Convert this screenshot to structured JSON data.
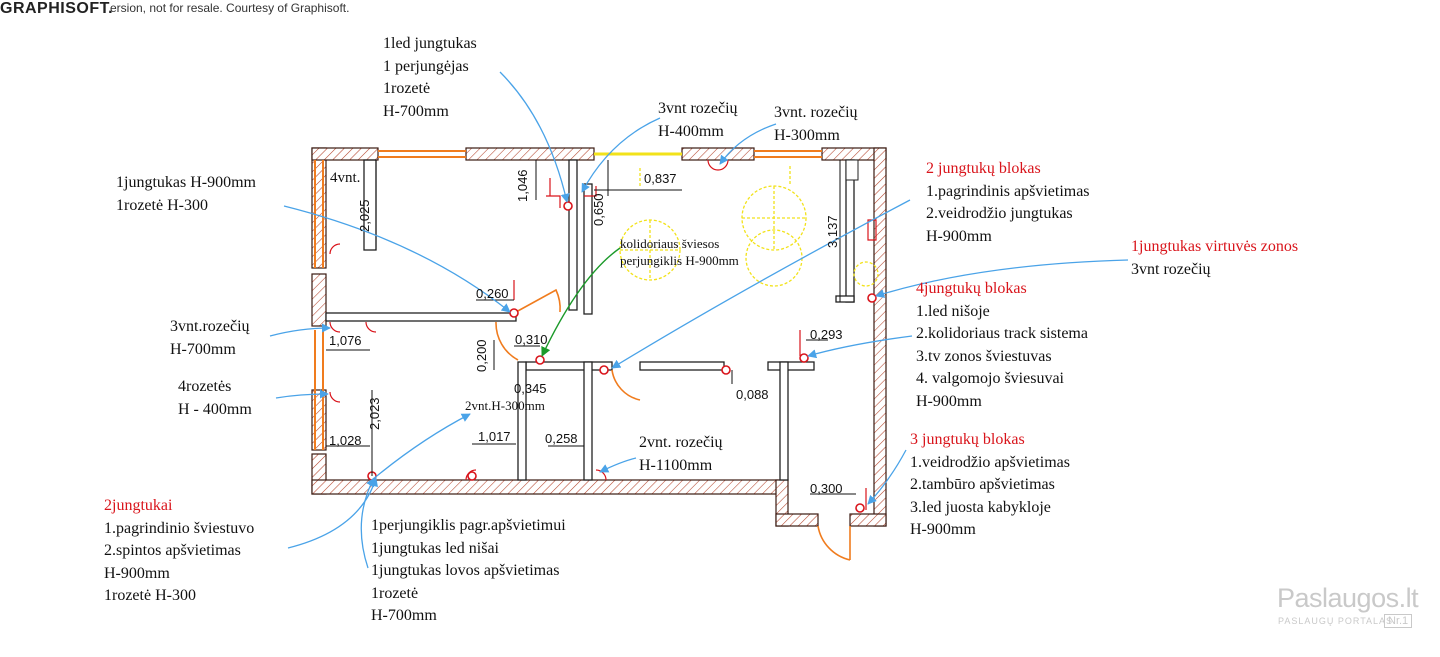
{
  "header": {
    "logo": "GRAPHISOFT.",
    "notice": "ersion, not for resale. Courtesy of Graphisoft."
  },
  "watermark": {
    "brand": "Paslaugos.lt",
    "tagline": "PASLAUGŲ PORTALAS",
    "badge": "Nr.1"
  },
  "annotations": {
    "a1": [
      "1led jungtukas",
      "1 perjungėjas",
      "1rozetė",
      "H-700mm"
    ],
    "a2": [
      "3vnt rozečių",
      "H-400mm"
    ],
    "a3": [
      "3vnt. rozečių",
      "H-300mm"
    ],
    "a4": [
      "1jungtukas H-900mm",
      "1rozetė H-300"
    ],
    "a5_title": "2 jungtukų blokas",
    "a5": [
      "1.pagrindinis apšvietimas",
      "2.veidrodžio jungtukas",
      "H-900mm"
    ],
    "a6_title": "1jungtukas virtuvės zonos",
    "a6": [
      "3vnt rozečių"
    ],
    "a7_title": "4jungtukų blokas",
    "a7": [
      "1.led nišoje",
      "2.kolidoriaus track sistema",
      "3.tv zonos šviestuvas",
      "4. valgomojo šviesuvai",
      "H-900mm"
    ],
    "a8": [
      "3vnt.rozečių",
      "H-700mm"
    ],
    "a9": [
      "4rozetės",
      "H - 400mm"
    ],
    "a10_title": "3 jungtukų blokas",
    "a10": [
      "1.veidrodžio apšvietimas",
      "2.tambūro apšvietimas",
      "3.led juosta kabykloje",
      "H-900mm"
    ],
    "a11": [
      "2vnt. rozečių",
      "H-1100mm"
    ],
    "a12_title": "2jungtukai",
    "a12": [
      "1.pagrindinio šviestuvo",
      "2.spintos apšvietimas",
      "H-900mm",
      "1rozetė H-300"
    ],
    "a13": [
      "1perjungiklis pagr.apšvietimui",
      "1jungtukas led nišai",
      "1jungtukas lovos apšvietimas",
      "1rozetė",
      "H-700mm"
    ],
    "corridor": [
      "kolidoriaus šviesos",
      "perjungiklis H-900mm"
    ],
    "two_sockets": "2vnt.H-300mm",
    "room_label": "4vnt."
  },
  "dimensions": {
    "d2025": "2,025",
    "d1046": "1,046",
    "d0650": "0,650",
    "d0837": "0,837",
    "d3137": "3,137",
    "d0260": "0,260",
    "d0310": "0,310",
    "d0200": "0,200",
    "d0345": "0,345",
    "d0293": "0,293",
    "d0088": "0,088",
    "d1076": "1,076",
    "d2023": "2,023",
    "d1028": "1,028",
    "d1017": "1,017",
    "d0258": "0,258",
    "d0300": "0,300"
  },
  "colors": {
    "wall_hatch": "#b5452c",
    "door": "#f07c1e",
    "fixture": "#d9141b",
    "light": "#f2e21a",
    "arrow_blue": "#4aa3e8",
    "arrow_green": "#1c9a2a",
    "text_red": "#d9141b"
  }
}
